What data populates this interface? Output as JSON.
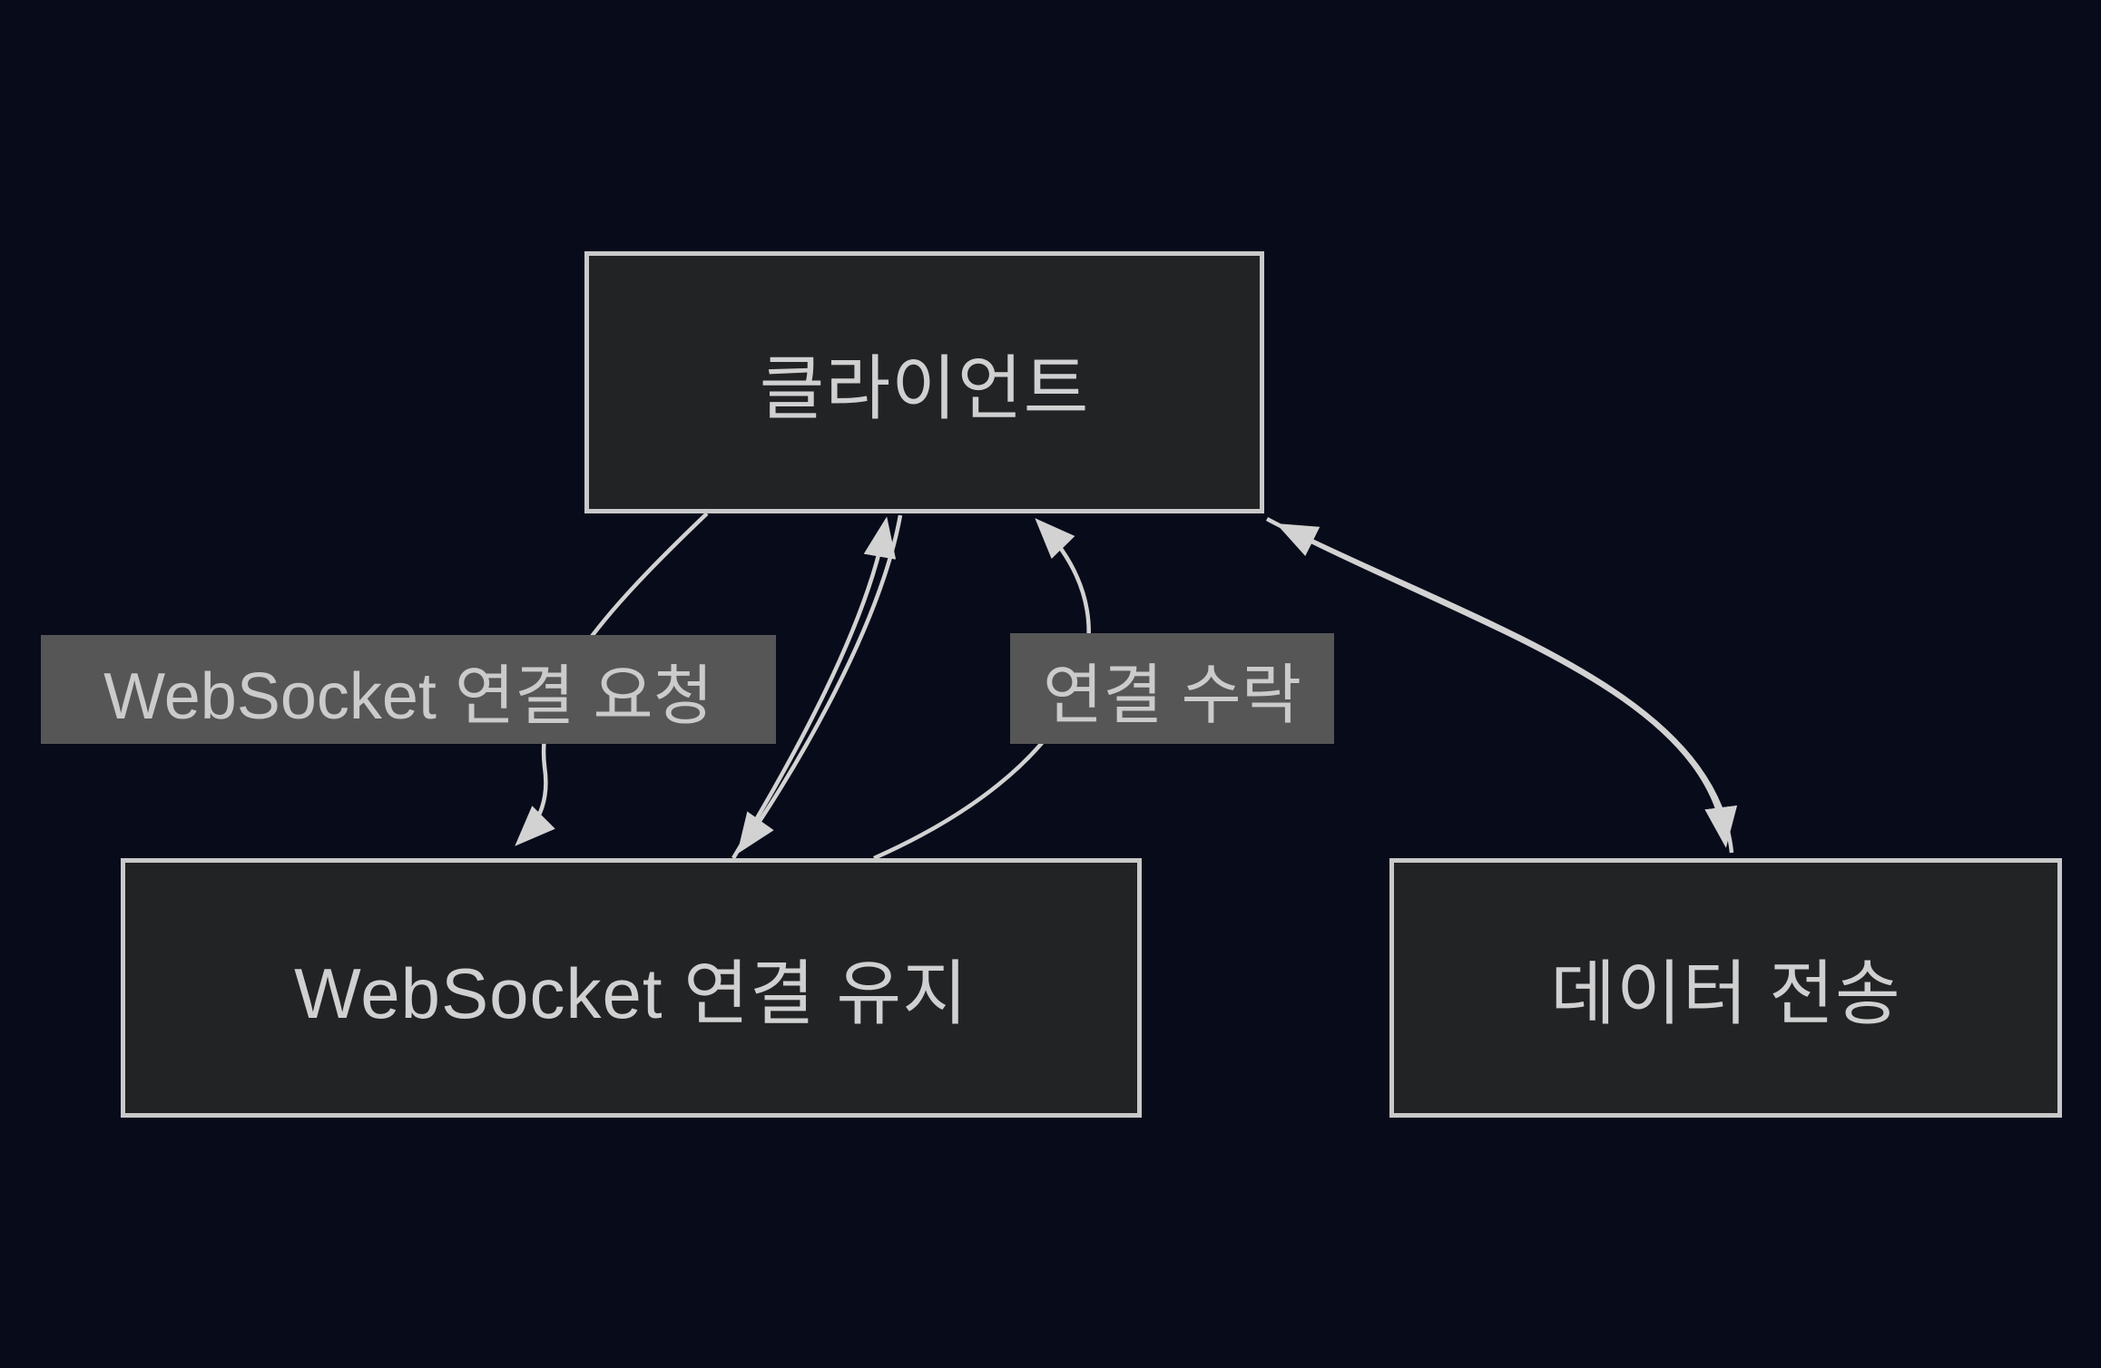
{
  "diagram": {
    "title": "WebSocket connection flow diagram",
    "nodes": [
      {
        "id": "client",
        "label": "클라이언트"
      },
      {
        "id": "ws_keep",
        "label": "WebSocket 연결 유지"
      },
      {
        "id": "data_send",
        "label": "데이터 전송"
      }
    ],
    "edge_labels": [
      {
        "id": "request",
        "label": "WebSocket 연결 요청"
      },
      {
        "id": "accept",
        "label": "연결 수락"
      }
    ],
    "edges": [
      {
        "from": "client",
        "to": "ws_keep",
        "label": "WebSocket 연결 요청"
      },
      {
        "from": "client",
        "to": "ws_keep",
        "label": ""
      },
      {
        "from": "ws_keep",
        "to": "client",
        "label": ""
      },
      {
        "from": "ws_keep",
        "to": "client",
        "label": "연결 수락"
      },
      {
        "from": "client",
        "to": "data_send",
        "label": ""
      },
      {
        "from": "data_send",
        "to": "client",
        "label": ""
      }
    ]
  },
  "colors": {
    "bg": "#070b1a",
    "node-fill": "#222325",
    "node-border": "#c9c9c9",
    "node-text": "#d0d0d0",
    "label-bg": "#565656",
    "label-text": "#cbcbcb",
    "line": "#d2d2d2"
  }
}
